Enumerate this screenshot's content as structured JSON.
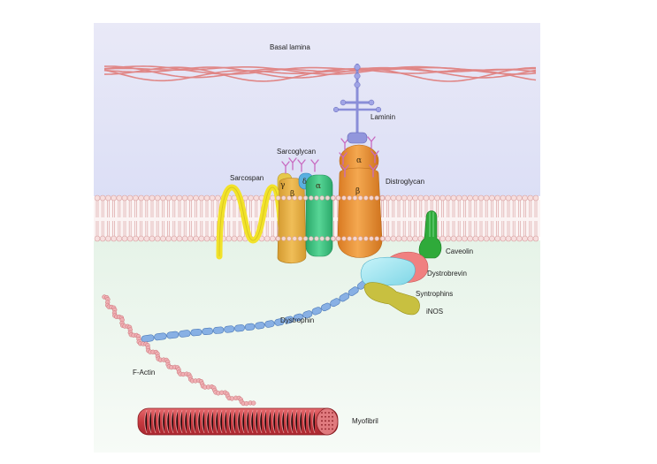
{
  "labels": {
    "basal_lamina": "Basal lamina",
    "laminin": "Laminin",
    "sarcoglycan": "Sarcoglycan",
    "sarcospan": "Sarcospan",
    "distroglycan": "Distroglycan",
    "caveolin": "Caveolin",
    "dystrobrevin": "Dystrobrevin",
    "syntrophins": "Syntrophins",
    "inos": "iNOS",
    "dystrophin": "Dystrophin",
    "f_actin": "F-Actin",
    "myofibril": "Myofibril"
  },
  "subunits": {
    "sg_gamma": "γ",
    "sg_beta": "β",
    "sg_delta": "δ",
    "sg_alpha": "α",
    "dg_alpha": "α",
    "dg_beta": "β"
  },
  "colors": {
    "extracellular_top": "#dde0f6",
    "extracellular_bottom": "#ecebf8",
    "intracellular_top": "#e8f4ea",
    "intracellular_bottom": "#f6faf6",
    "lipid_head": "#f7dede",
    "lipid_outline": "#d7a0a0",
    "basal_lamina": "#e08686",
    "laminin": "#8a8ed8",
    "sarcospan": "#f2e22a",
    "sarcoglycan_gamma": "#e6c84a",
    "sarcoglycan_beta": "#e0a03a",
    "sarcoglycan_delta": "#5ab0e0",
    "sarcoglycan_alpha": "#42c482",
    "distroglycan": "#ef9a3e",
    "glycan": "#c86ac0",
    "caveolin": "#2faa3a",
    "dystrobrevin": "#f08080",
    "dystrophin": "#88b0e4",
    "syntrophins_cap": "#8ee0ee",
    "inos": "#c8c040",
    "f_actin": "#e09aa0",
    "myofibril": "#d04c50"
  }
}
